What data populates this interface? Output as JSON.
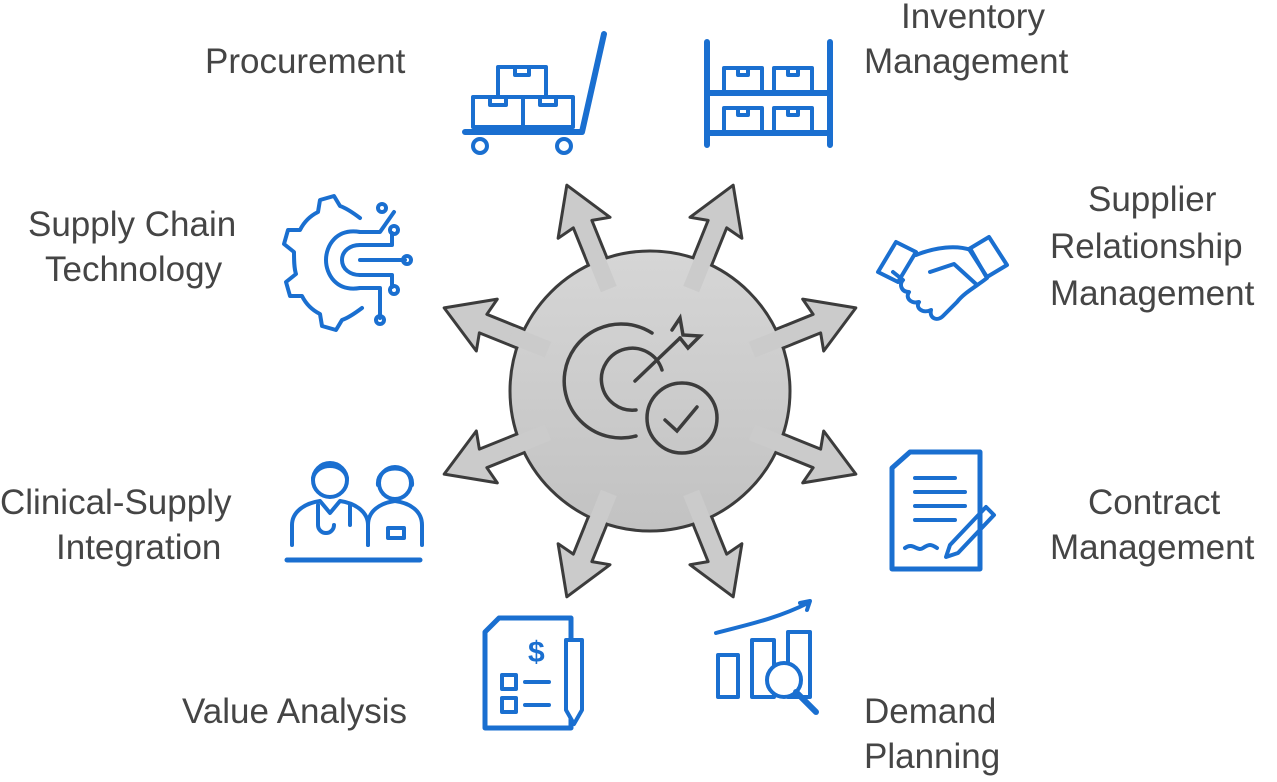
{
  "center": {
    "icon": "target-check-icon"
  },
  "colors": {
    "accent": "#1a6fd0",
    "hub_fill": "#cfcfcf",
    "hub_stroke": "#3c3c3c",
    "text": "#454545"
  },
  "nodes": [
    {
      "id": "procurement",
      "lines": [
        "Procurement"
      ],
      "icon": "cart-with-boxes-icon"
    },
    {
      "id": "inventory",
      "lines": [
        "Inventory",
        "Management"
      ],
      "icon": "warehouse-shelf-icon"
    },
    {
      "id": "supplier",
      "lines": [
        "Supplier",
        "Relationship",
        "Management"
      ],
      "icon": "handshake-icon"
    },
    {
      "id": "contract",
      "lines": [
        "Contract",
        "Management"
      ],
      "icon": "contract-signature-icon"
    },
    {
      "id": "demand",
      "lines": [
        "Demand",
        "Planning"
      ],
      "icon": "chart-magnifier-icon"
    },
    {
      "id": "value",
      "lines": [
        "Value Analysis"
      ],
      "icon": "invoice-checklist-icon"
    },
    {
      "id": "clinical",
      "lines": [
        "Clinical-Supply",
        "Integration"
      ],
      "icon": "medical-staff-icon"
    },
    {
      "id": "technology",
      "lines": [
        "Supply Chain",
        "Technology"
      ],
      "icon": "gear-circuit-icon"
    }
  ]
}
